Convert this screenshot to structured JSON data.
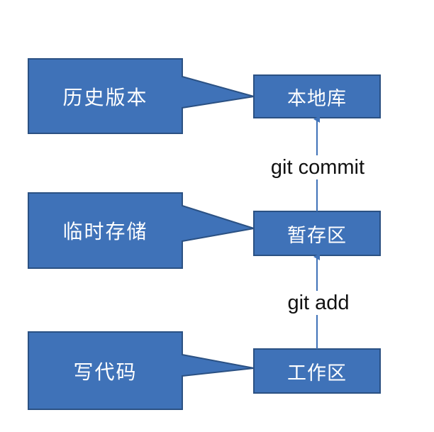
{
  "colors": {
    "box_fill": "#3f72b8",
    "box_stroke": "#2b5183",
    "arrow": "#3f72b8",
    "label_text": "#ffffff",
    "command_text": "#111111"
  },
  "callouts": [
    {
      "text": "历史版本"
    },
    {
      "text": "临时存储"
    },
    {
      "text": "写代码"
    }
  ],
  "stages": [
    {
      "text": "本地库"
    },
    {
      "text": "暂存区"
    },
    {
      "text": "工作区"
    }
  ],
  "commands": [
    {
      "text": "git commit"
    },
    {
      "text": "git add"
    }
  ]
}
